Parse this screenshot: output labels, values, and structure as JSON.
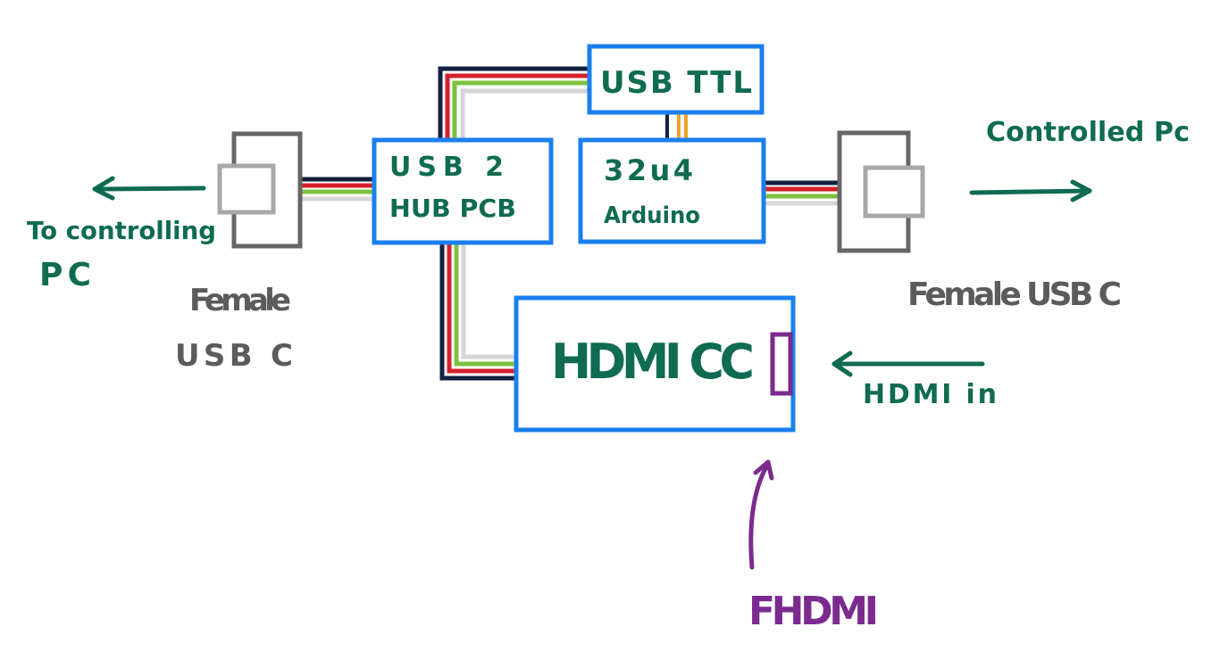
{
  "colors": {
    "box_border": "#1a7fef",
    "label_green": "#0f6b52",
    "label_gray": "#5b5b5b",
    "hdmi_purple": "#7b2b8f",
    "connector_dark": "#666666",
    "connector_light": "#a8a8a8",
    "wire_black": "#13213f",
    "wire_red": "#d4202a",
    "wire_green": "#7ec140",
    "wire_white": "#d6d6d6",
    "wire_orange": "#f2a227"
  },
  "boxes": {
    "usb_hub": {
      "line1": "USB 2",
      "line2": "HUB PCB"
    },
    "usb_ttl": {
      "label": "USB TTL"
    },
    "arduino": {
      "line1": "32u4",
      "line2": "Arduino"
    },
    "hdmi_cc": {
      "label": "HDMI CC"
    }
  },
  "labels": {
    "left_connector": {
      "line1": "Female",
      "line2": "USB C"
    },
    "right_connector": "Female USB C",
    "to_controlling": {
      "line1": "To controlling",
      "line2": "PC"
    },
    "controlled_pc": "Controlled Pc",
    "hdmi_in": "HDMI in",
    "fhdmi": "FHDMI"
  },
  "icons": {
    "arrow_left_out": "arrow-left-icon",
    "arrow_right_out": "arrow-right-icon",
    "arrow_hdmi_in": "arrow-left-icon",
    "arrow_fhdmi": "arrow-up-icon"
  }
}
